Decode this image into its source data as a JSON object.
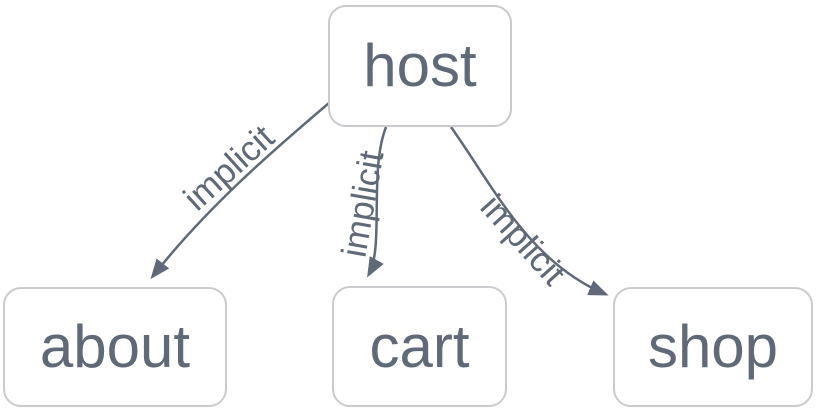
{
  "diagram": {
    "type": "flowchart",
    "direction": "top-down",
    "nodes": [
      {
        "id": "host",
        "label": "host"
      },
      {
        "id": "about",
        "label": "about"
      },
      {
        "id": "cart",
        "label": "cart"
      },
      {
        "id": "shop",
        "label": "shop"
      }
    ],
    "edges": [
      {
        "from": "host",
        "to": "about",
        "label": "implicit"
      },
      {
        "from": "host",
        "to": "cart",
        "label": "implicit"
      },
      {
        "from": "host",
        "to": "shop",
        "label": "implicit"
      }
    ],
    "colors": {
      "background": "#ffffff",
      "node_fill": "#ffffff",
      "node_border": "#c9cbce",
      "node_text": "#5f6978",
      "edge_stroke": "#5f6978",
      "edge_label_text": "#5f6978"
    }
  }
}
